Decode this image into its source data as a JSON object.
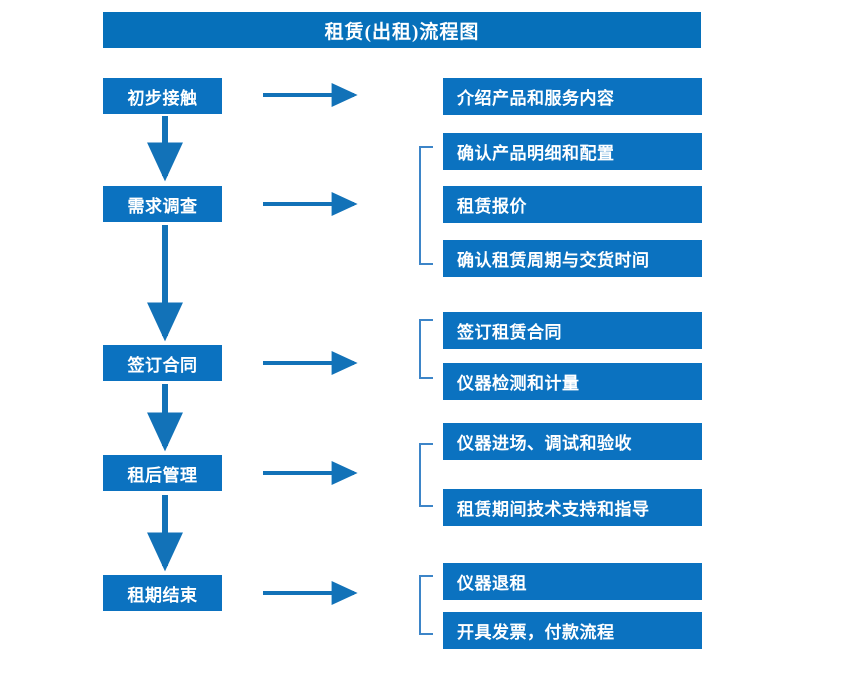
{
  "chart_data": {
    "type": "diagram",
    "title": "租赁(出租)流程图",
    "diagram_kind": "flowchart",
    "stages": [
      {
        "label": "初步接触",
        "details": [
          "介绍产品和服务内容"
        ],
        "grouped": false
      },
      {
        "label": "需求调查",
        "details": [
          "确认产品明细和配置",
          "租赁报价",
          "确认租赁周期与交货时间"
        ],
        "grouped": true
      },
      {
        "label": "签订合同",
        "details": [
          "签订租赁合同",
          "仪器检测和计量"
        ],
        "grouped": true
      },
      {
        "label": "租后管理",
        "details": [
          "仪器进场、调试和验收",
          "租赁期间技术支持和指导"
        ],
        "grouped": true
      },
      {
        "label": "租期结束",
        "details": [
          "仪器退租",
          "开具发票，付款流程"
        ],
        "grouped": true
      }
    ]
  },
  "header": {
    "title": "租赁(出租)流程图"
  },
  "stages": [
    {
      "label": "初步接触"
    },
    {
      "label": "需求调查"
    },
    {
      "label": "签订合同"
    },
    {
      "label": "租后管理"
    },
    {
      "label": "租期结束"
    }
  ],
  "details": [
    {
      "label": "介绍产品和服务内容"
    },
    {
      "label": "确认产品明细和配置"
    },
    {
      "label": "租赁报价"
    },
    {
      "label": "确认租赁周期与交货时间"
    },
    {
      "label": "签订租赁合同"
    },
    {
      "label": "仪器检测和计量"
    },
    {
      "label": "仪器进场、调试和验收"
    },
    {
      "label": "租赁期间技术支持和指导"
    },
    {
      "label": "仪器退租"
    },
    {
      "label": "开具发票，付款流程"
    }
  ],
  "colors": {
    "title_bar": "#0670ba",
    "node": "#0b72c0",
    "arrow": "#1272b8",
    "bracket": "#3d85c8",
    "node_text": "#ffffff",
    "background": "#ffffff"
  }
}
